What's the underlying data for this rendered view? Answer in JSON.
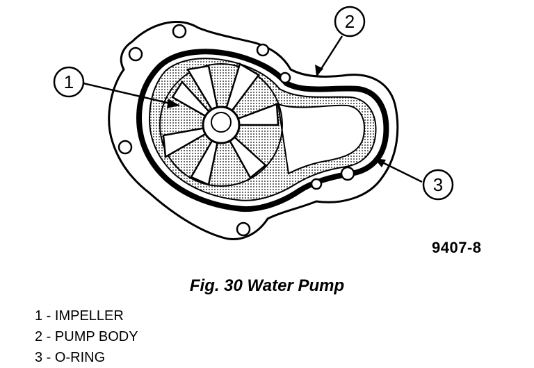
{
  "callouts": [
    {
      "number": "1"
    },
    {
      "number": "2"
    },
    {
      "number": "3"
    }
  ],
  "figure_code": "9407-8",
  "caption": "Fig. 30 Water Pump",
  "legend": [
    {
      "number": "1",
      "label": "IMPELLER"
    },
    {
      "number": "2",
      "label": "PUMP BODY"
    },
    {
      "number": "3",
      "label": "O-RING"
    }
  ]
}
